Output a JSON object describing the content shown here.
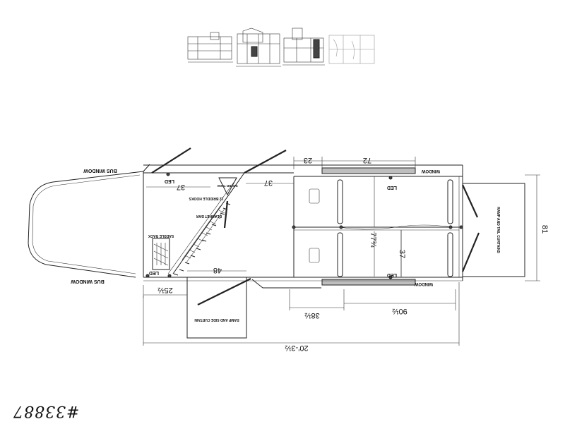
{
  "labels": {
    "bus_window_top": "BUS WINDOW",
    "bus_window_bottom": "BUS WINDOW",
    "window_top": "WINDOW",
    "window_bottom": "WINDOW",
    "led_front": "LED",
    "led_tack": "LED",
    "led_stall_top": "LED",
    "led_stall_bottom": "LED",
    "saddle_rack": "SADDLE RACK",
    "blanket_bar": "BLANKET BAR",
    "hooks": "12 BRIDDLE HOOKS",
    "water_tank": "WATER TANK",
    "ramp_side_curtain": "RAMP AND SIDE CURTAIN",
    "ramp_tail_curtains": "RAMP AND TAIL CURTAINS"
  },
  "dimensions": {
    "d23": "23",
    "d72": "72",
    "d37_tack": "37",
    "d37_front": "37",
    "d25": "25½",
    "d48": "48",
    "d77": "77¾",
    "d37_stall": "37",
    "d81": "81",
    "d38": "38½",
    "d90": "90½",
    "overall": "20'-3½"
  },
  "handwritten_note": "#33887"
}
